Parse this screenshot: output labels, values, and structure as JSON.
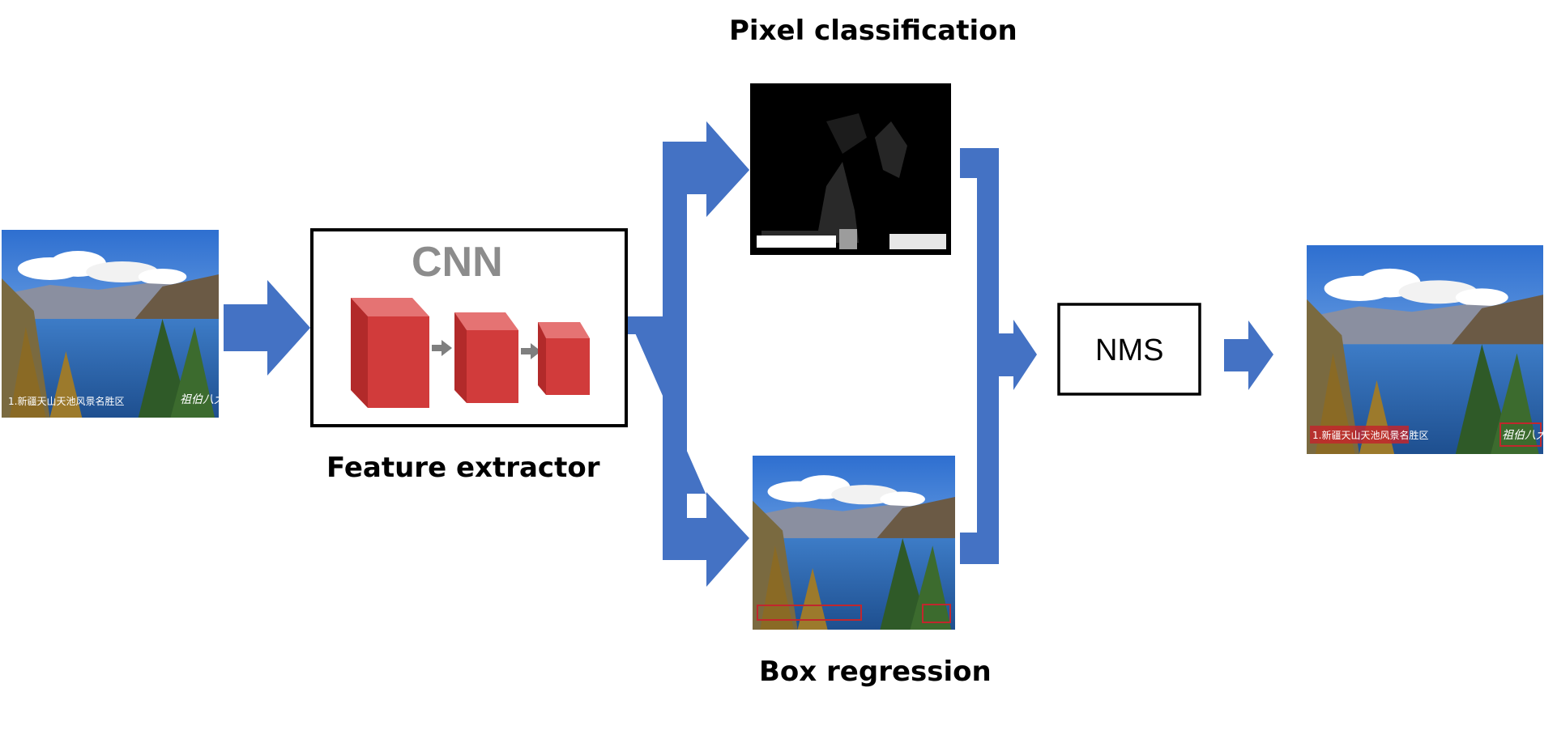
{
  "labels": {
    "pixel_classification": "Pixel classification",
    "feature_extractor": "Feature extractor",
    "box_regression": "Box regression",
    "cnn": "CNN",
    "nms": "NMS"
  },
  "photo_text": {
    "input_caption": "1.新疆天山天池风景名胜区",
    "output_caption": "1.新疆天山天池风景名胜区",
    "logo": "祖伯八大"
  },
  "colors": {
    "arrow": "#4472C4",
    "cube_front": "#D13B3B",
    "cube_top": "#E57373",
    "cube_side": "#B22A2A",
    "cube_arrow": "#7f7f7f",
    "sky": "#3B7DD8",
    "water": "#2F6FB8",
    "highlight_box": "#C1272D"
  }
}
